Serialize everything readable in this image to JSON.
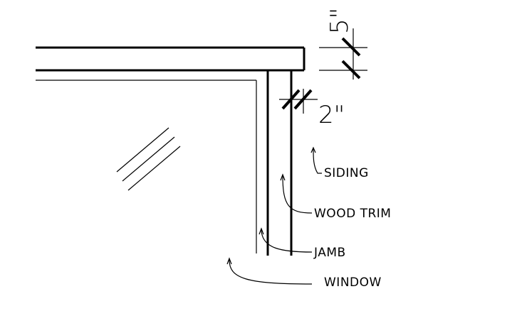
{
  "labels": {
    "siding": "SIDING",
    "wood_trim": "WOOD TRIM",
    "jamb": "JAMB",
    "window": "WINDOW"
  },
  "dimensions": {
    "head_trim": "5\"",
    "side_trim": "2\""
  },
  "colors": {
    "line": "#000000",
    "background": "#ffffff"
  }
}
